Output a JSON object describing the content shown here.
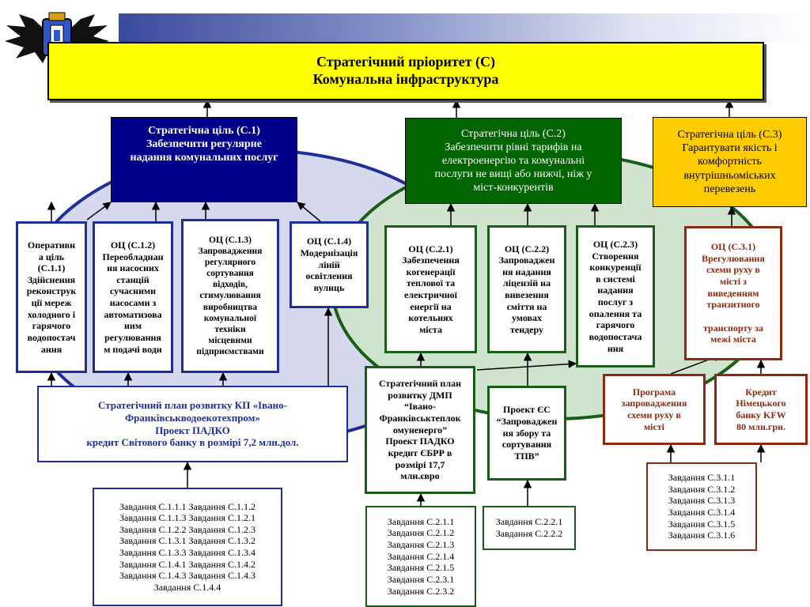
{
  "title": [
    "Стратегічний пріоритет (С)",
    "Комунальна інфраструктура"
  ],
  "goals": {
    "c1": [
      "Стратегічна ціль (С.1)",
      "Забезпечити регулярне",
      "надання комунальних послуг"
    ],
    "c2": [
      "Стратегічна ціль (С.2)",
      "Забезпечити рівні тарифів на",
      "електроенергію та комунальні",
      "послуги не вищі або нижчі, ніж у",
      "міст-конкурентів"
    ],
    "c3": [
      "Стратегічна ціль (С.3)",
      "Гарантувати якість і",
      "комфортність",
      "внутрішньоміських",
      "перевезень"
    ]
  },
  "ops": {
    "oc111": [
      "Оперативн",
      "а ціль",
      "(С.1.1)",
      "Здійснення",
      "реконструк",
      "ції мереж",
      "холодного і",
      "гарячого",
      "водопостач",
      "ання"
    ],
    "oc112": [
      "ОЦ (С.1.2)",
      "Переобладнан",
      "ня насосних",
      "станцій",
      "сучасними",
      "насосами з",
      "автоматизова",
      "ним",
      "регулювання",
      "м подачі води"
    ],
    "oc113": [
      "ОЦ (С.1.3)",
      "Запровадження",
      "регулярного",
      "сортування",
      "відходів,",
      "стимулювання",
      "виробництва",
      "комунальної",
      "техніки",
      "місцевими",
      "підприємствами"
    ],
    "oc114": [
      "ОЦ (С.1.4)",
      "Модернізація",
      "ліній",
      "освітлення",
      "вулиць"
    ],
    "oc221": [
      "ОЦ (С.2.1)",
      "Забезпечення",
      "когенерації",
      "теплової та",
      "електричної",
      "енергії на",
      "котельнях",
      "міста"
    ],
    "oc222": [
      "ОЦ (С.2.2)",
      "Запроваджен",
      "ня надання",
      "ліцензій на",
      "вивезення",
      "сміття на",
      "умовах",
      "тендеру"
    ],
    "oc223": [
      "ОЦ (С.2.3)",
      "Створення",
      "конкуренції",
      "в системі",
      "надання",
      "послуг з",
      "опалення та",
      "гарячого",
      "водопостача",
      "ння"
    ],
    "oc331": [
      "ОЦ (С.3.1)",
      "Врегулювання",
      "схеми руху в",
      "місті з",
      "виведенням",
      "транзитного",
      "",
      "транспорту за",
      "межі міста"
    ]
  },
  "plans": {
    "p1": [
      "Стратегічний план розвитку КП «Івано-",
      "Франківськводоекотехпром»",
      "Проект ПАДКО",
      "кредит Світового банку в розмірі 7,2 млн.дол."
    ],
    "p2": [
      "Стратегічний план",
      "розвитку ДМП",
      "“Івано-",
      "Франківськтеплок",
      "омуненерго”",
      "Проект ПАДКО",
      "кредит ЄБРР в",
      "розмірі 17,7",
      "млн.євро"
    ],
    "p3": [
      "Проект ЄС",
      "“Запроваджен",
      "ня збору та",
      "сортування",
      "ТПВ”"
    ],
    "p4": [
      "Програма",
      "запровадження",
      "схеми руху в",
      "місті"
    ],
    "p5": [
      "Кредит",
      "Німецького",
      "банку KFW",
      "80 млн.грн."
    ]
  },
  "tasks": {
    "t1": [
      "Завдання С.1.1.1 Завдання С.1.1.2",
      "Завдання С.1.1.3 Завдання С.1.2.1",
      "Завдання С.1.2.2 Завдання С.1.2.3",
      "Завдання С.1.3.1 Завдання С.1.3.2",
      "Завдання С.1.3.3 Завдання С.1.3.4",
      "Завдання С.1.4.1 Завдання С.1.4.2",
      "Завдання С.1.4.3 Завдання С.1.4.3",
      "Завдання С.1.4.4"
    ],
    "t2": [
      "Завдання С.2.1.1",
      "Завдання С.2.1.2",
      "Завдання С.2.1.3",
      "Завдання С.2.1.4",
      "Завдання С.2.1.5",
      "Завдання С.2.3.1",
      "Завдання С.2.3.2"
    ],
    "t3": [
      "Завдання С.2.2.1",
      "Завдання С.2.2.2"
    ],
    "t4": [
      "Завдання С.3.1.1",
      "Завдання С.3.1.2",
      "Завдання С.3.1.3",
      "Завдання С.3.1.4",
      "Завдання С.3.1.5",
      "Завдання С.3.1.6"
    ]
  },
  "colors": {
    "title_bg": "#ffff00",
    "c1_bg": "#00008b",
    "c2_bg": "#006400",
    "c3_bg": "#ffcc00",
    "ellipse1_fill": "#d6d9ee",
    "ellipse2_fill": "#cfe3cf",
    "blue_border": "#1f2f99",
    "green_border": "#1a5c1a",
    "red_border": "#8b2a12"
  },
  "icons": {
    "logo": "coat-of-arms-logo"
  }
}
